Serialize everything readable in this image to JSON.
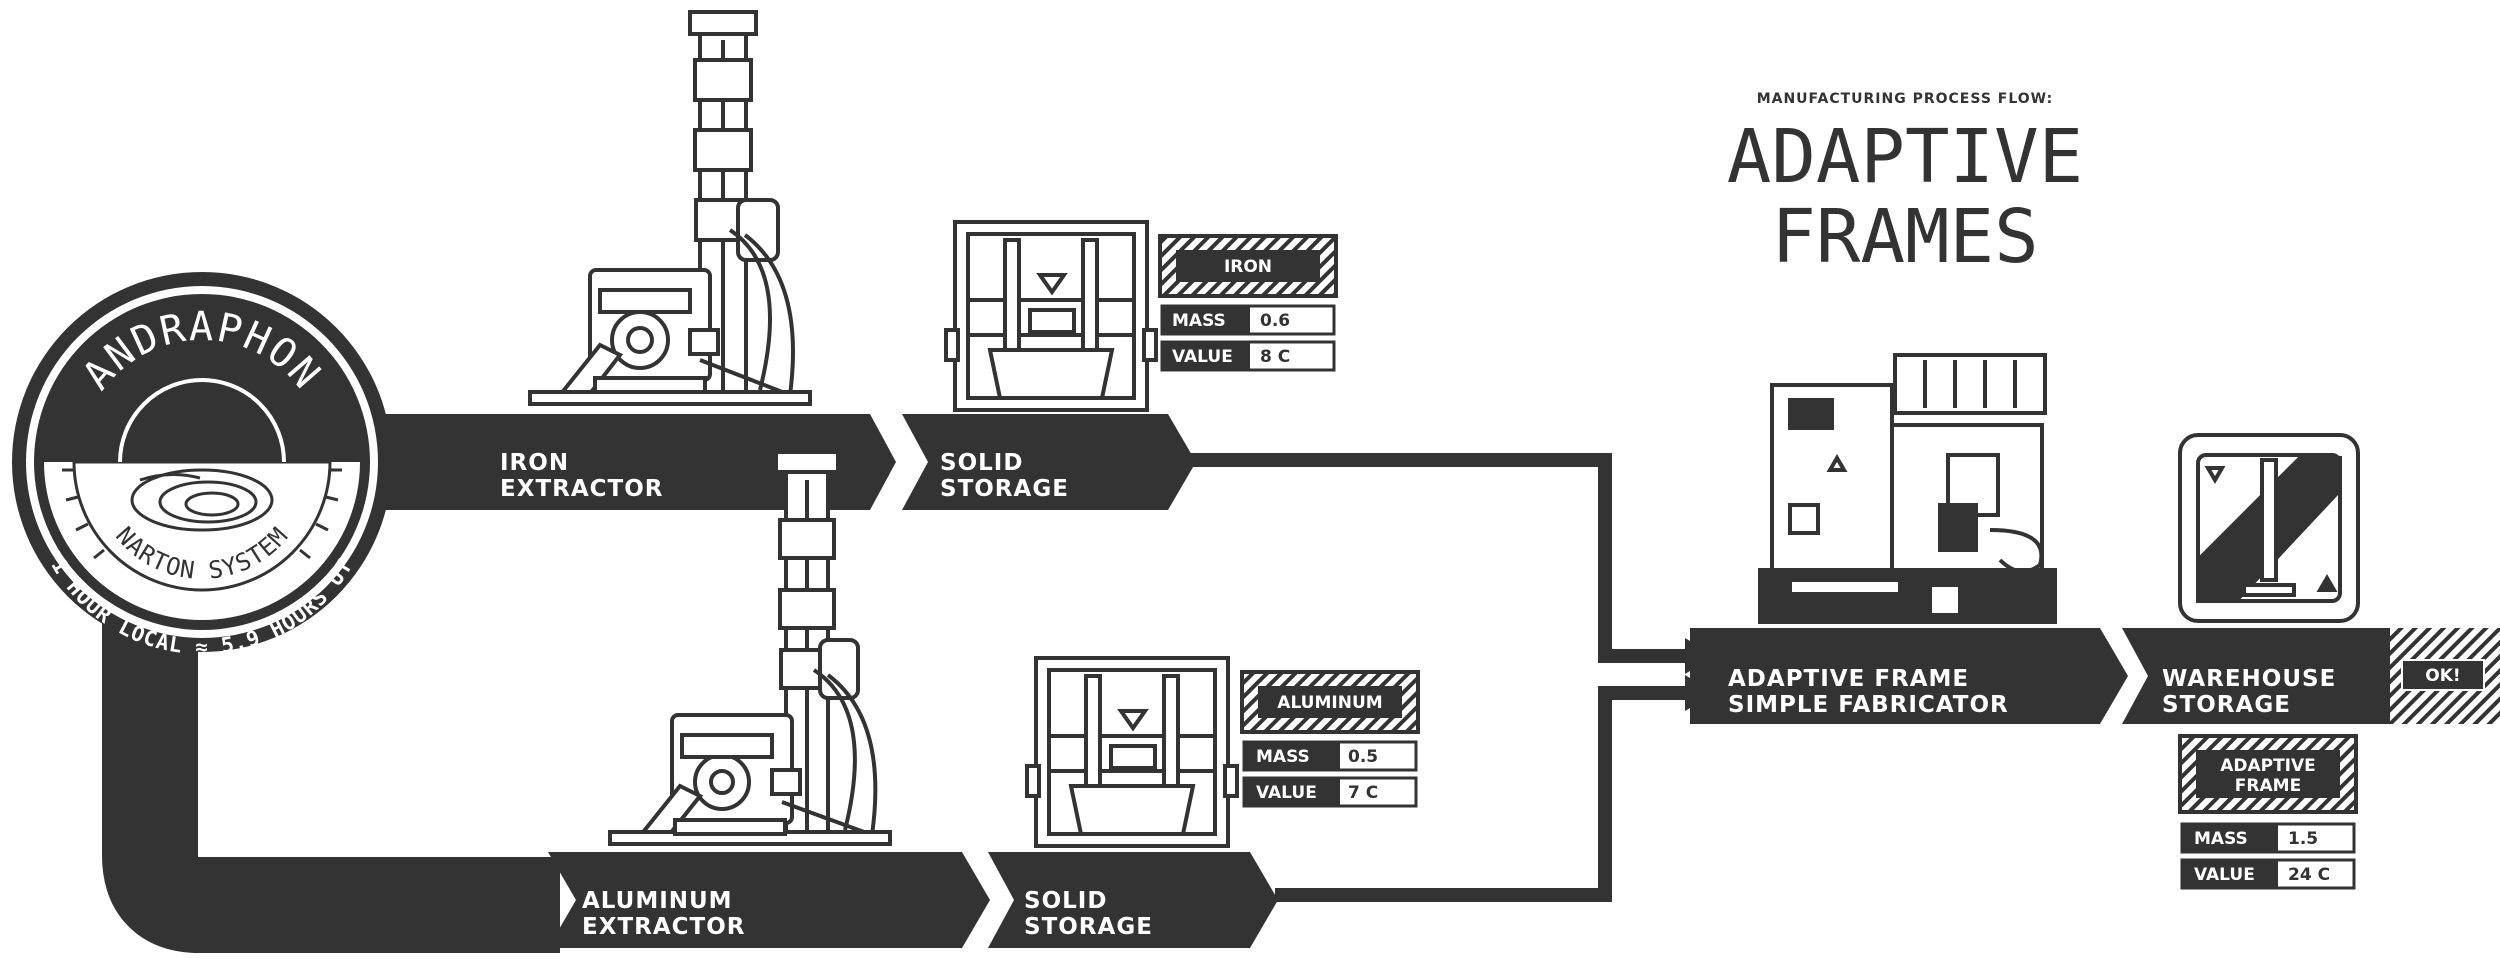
{
  "title": {
    "subtitle": "MANUFACTURING PROCESS FLOW:",
    "line1": "ADAPTIVE",
    "line2": "FRAMES"
  },
  "seal": {
    "name": "ANDRAPHON",
    "system": "NARTON SYSTEM",
    "time": "1 HOUR LOCAL ≈ 5.9 HOURS UT"
  },
  "stages": {
    "iron_extractor": [
      "IRON",
      "EXTRACTOR"
    ],
    "iron_storage": [
      "SOLID",
      "STORAGE"
    ],
    "aluminum_extractor": [
      "ALUMINUM",
      "EXTRACTOR"
    ],
    "aluminum_storage": [
      "SOLID",
      "STORAGE"
    ],
    "fabricator": [
      "ADAPTIVE FRAME",
      "SIMPLE FABRICATOR"
    ],
    "warehouse": [
      "WAREHOUSE",
      "STORAGE"
    ]
  },
  "status_badge": "OK!",
  "resources": {
    "iron": {
      "name": "IRON",
      "mass_label": "MASS",
      "mass": "0.6",
      "value_label": "VALUE",
      "value": "8 C"
    },
    "aluminum": {
      "name": "ALUMINUM",
      "mass_label": "MASS",
      "mass": "0.5",
      "value_label": "VALUE",
      "value": "7 C"
    },
    "adaptive_frame": {
      "name_line1": "ADAPTIVE",
      "name_line2": "FRAME",
      "mass_label": "MASS",
      "mass": "1.5",
      "value_label": "VALUE",
      "value": "24 C"
    }
  },
  "colors": {
    "ink": "#333333",
    "paper": "#ffffff"
  }
}
